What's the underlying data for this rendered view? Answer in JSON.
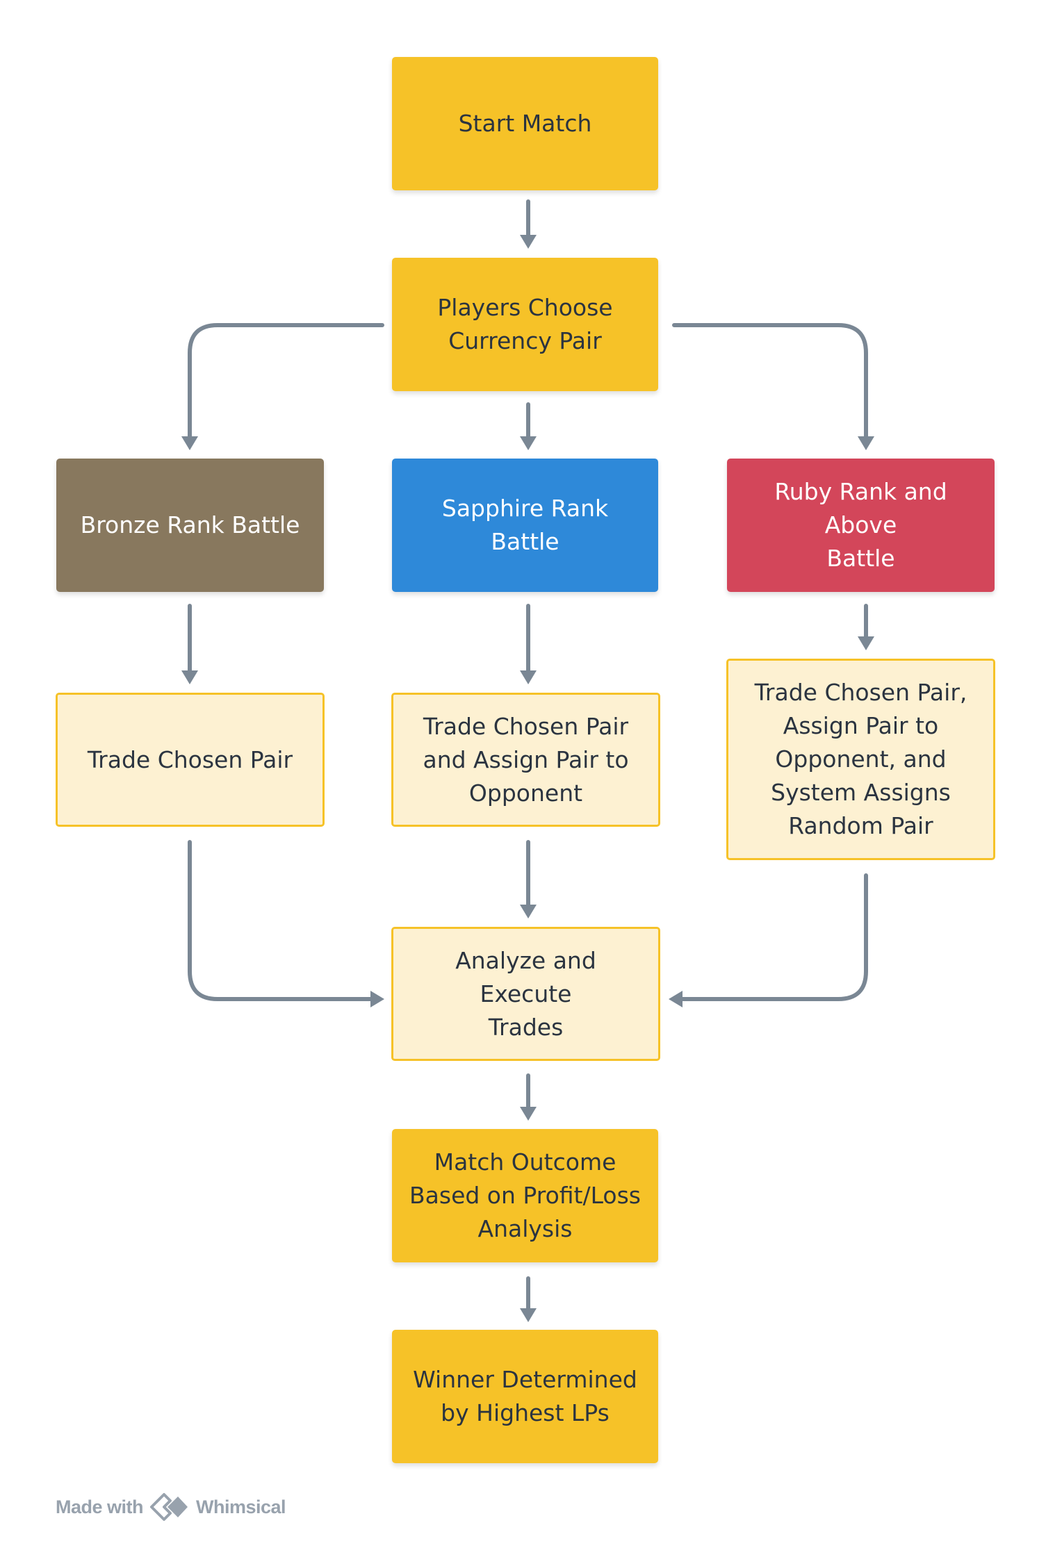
{
  "diagram": {
    "nodes": {
      "start": "Start Match",
      "choose": "Players Choose\nCurrency Pair",
      "bronze": "Bronze Rank Battle",
      "sapphire": "Sapphire Rank Battle",
      "ruby": "Ruby Rank and Above\nBattle",
      "trade_bronze": "Trade Chosen Pair",
      "trade_sapphire": "Trade Chosen Pair\nand Assign Pair to\nOpponent",
      "trade_ruby": "Trade Chosen Pair,\nAssign Pair to\nOpponent, and\nSystem Assigns\nRandom Pair",
      "analyze": "Analyze and Execute\nTrades",
      "outcome": "Match Outcome\nBased on Profit/Loss\nAnalysis",
      "winner": "Winner Determined\nby Highest LPs"
    },
    "edges": [
      [
        "start",
        "choose"
      ],
      [
        "choose",
        "bronze"
      ],
      [
        "choose",
        "sapphire"
      ],
      [
        "choose",
        "ruby"
      ],
      [
        "bronze",
        "trade_bronze"
      ],
      [
        "sapphire",
        "trade_sapphire"
      ],
      [
        "ruby",
        "trade_ruby"
      ],
      [
        "trade_bronze",
        "analyze"
      ],
      [
        "trade_sapphire",
        "analyze"
      ],
      [
        "trade_ruby",
        "analyze"
      ],
      [
        "analyze",
        "outcome"
      ],
      [
        "outcome",
        "winner"
      ]
    ],
    "colors": {
      "primary": "#f6c228",
      "secondary_fill": "#fdf1d2",
      "bronze": "#88785e",
      "sapphire": "#2e89d9",
      "ruby": "#d3465a",
      "connector": "#7a8794"
    }
  },
  "footer": {
    "made_with": "Made with",
    "brand": "Whimsical",
    "logo_icon": "whimsical-logo-icon"
  }
}
